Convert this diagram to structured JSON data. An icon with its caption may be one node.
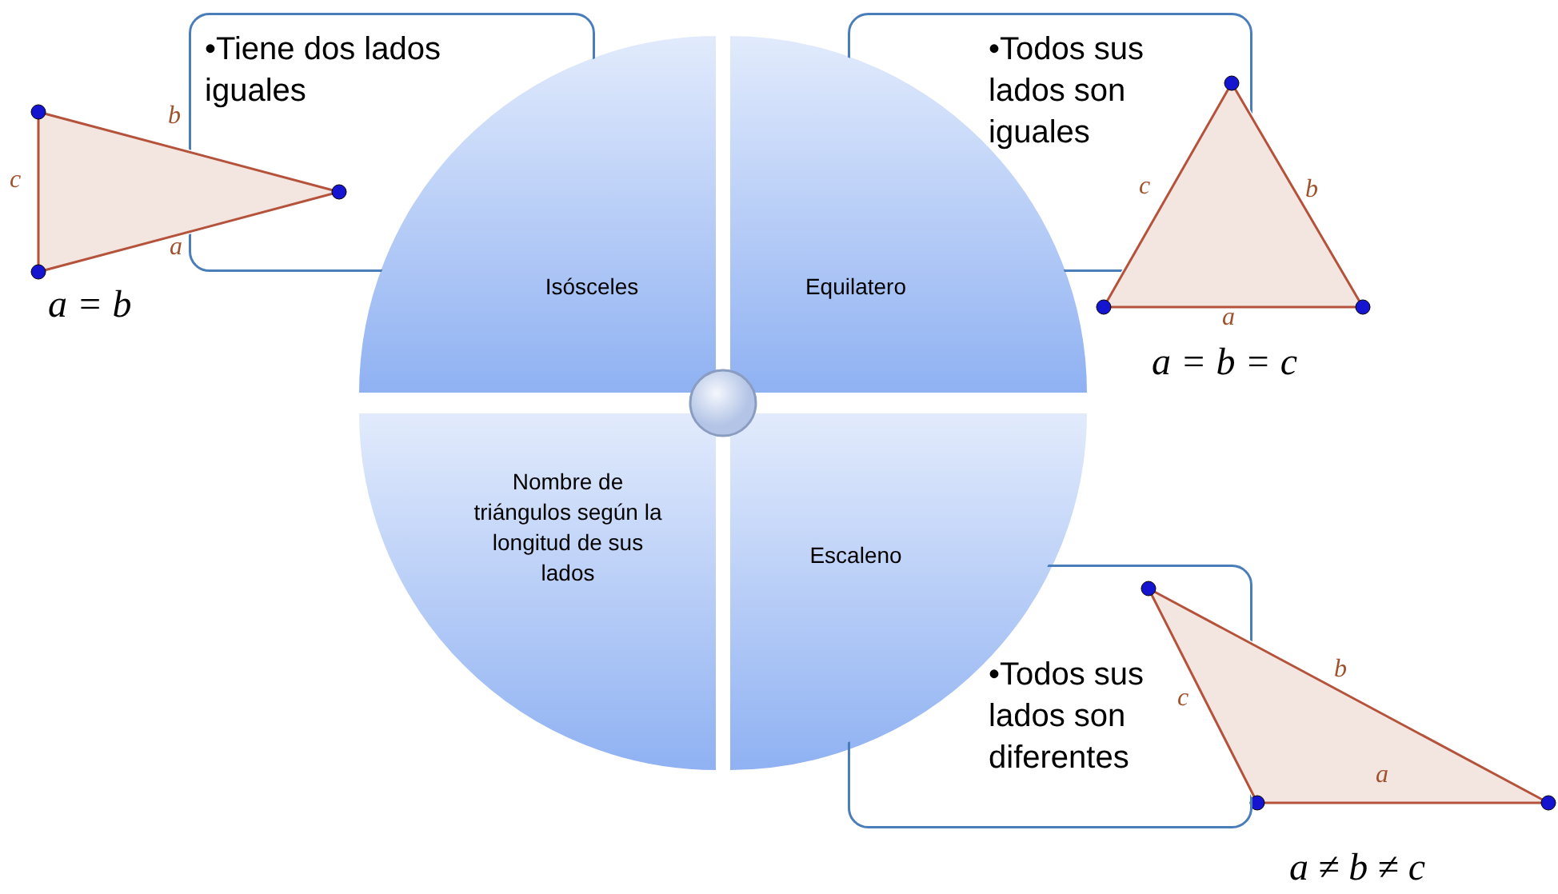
{
  "diagram": {
    "nodes": [
      {
        "text": [
          "•Tiene dos lados iguales"
        ]
      },
      {
        "text": [
          "•Todos sus lados son iguales"
        ]
      },
      {
        "text": [
          "•Todos sus lados son diferentes"
        ]
      },
      {
        "text": [
          "Isósceles"
        ]
      },
      {
        "text": [
          "Equilatero"
        ]
      },
      {
        "text": [
          "Nombre de triángulos según la longitud de sus lados"
        ]
      },
      {
        "text": [
          "Escaleno"
        ]
      },
      {
        "text": [],
        "shape": "circle"
      }
    ],
    "labels": [
      "b",
      "c",
      "a",
      "a = b",
      "c",
      "b",
      "a",
      "a = b = c",
      "b",
      "c",
      "a",
      "a ≠ b ≠ c"
    ]
  }
}
